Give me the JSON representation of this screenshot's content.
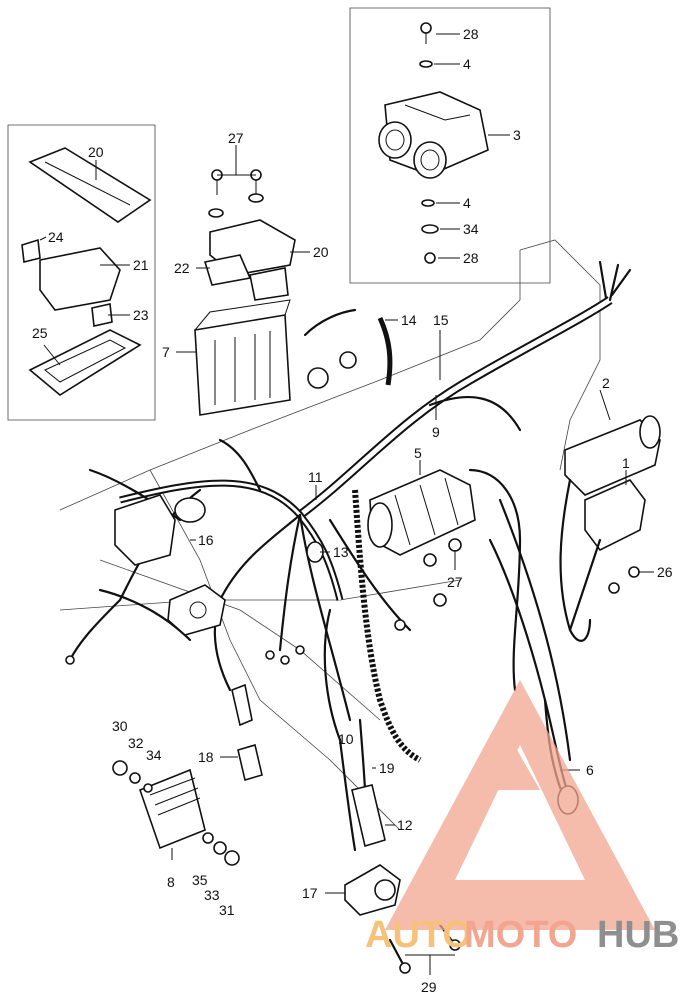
{
  "diagram": {
    "labels": [
      {
        "id": "l28a",
        "text": "28"
      },
      {
        "id": "l4a",
        "text": "4"
      },
      {
        "id": "l3",
        "text": "3"
      },
      {
        "id": "l4b",
        "text": "4"
      },
      {
        "id": "l34a",
        "text": "34"
      },
      {
        "id": "l28b",
        "text": "28"
      },
      {
        "id": "l20a",
        "text": "20"
      },
      {
        "id": "l24",
        "text": "24"
      },
      {
        "id": "l21",
        "text": "21"
      },
      {
        "id": "l23",
        "text": "23"
      },
      {
        "id": "l25",
        "text": "25"
      },
      {
        "id": "l27a",
        "text": "27"
      },
      {
        "id": "l20b",
        "text": "20"
      },
      {
        "id": "l22",
        "text": "22"
      },
      {
        "id": "l7",
        "text": "7"
      },
      {
        "id": "l14",
        "text": "14"
      },
      {
        "id": "l15",
        "text": "15"
      },
      {
        "id": "l2",
        "text": "2"
      },
      {
        "id": "l9",
        "text": "9"
      },
      {
        "id": "l5",
        "text": "5"
      },
      {
        "id": "l1",
        "text": "1"
      },
      {
        "id": "l11",
        "text": "11"
      },
      {
        "id": "l16",
        "text": "16"
      },
      {
        "id": "l13",
        "text": "13"
      },
      {
        "id": "l27b",
        "text": "27"
      },
      {
        "id": "l26",
        "text": "26"
      },
      {
        "id": "l30",
        "text": "30"
      },
      {
        "id": "l32",
        "text": "32"
      },
      {
        "id": "l34b",
        "text": "34"
      },
      {
        "id": "l18",
        "text": "18"
      },
      {
        "id": "l10",
        "text": "10"
      },
      {
        "id": "l19",
        "text": "19"
      },
      {
        "id": "l12",
        "text": "12"
      },
      {
        "id": "l6",
        "text": "6"
      },
      {
        "id": "l8",
        "text": "8"
      },
      {
        "id": "l35",
        "text": "35"
      },
      {
        "id": "l33",
        "text": "33"
      },
      {
        "id": "l31",
        "text": "31"
      },
      {
        "id": "l17",
        "text": "17"
      },
      {
        "id": "l29",
        "text": "29"
      }
    ]
  },
  "watermark": {
    "part1": "AUTO",
    "part2": "MOTO",
    "part3": "HUB",
    "color_primary": "#f2a58f",
    "color_secondary": "#f6c27a",
    "color_dark": "#9a9a9a"
  }
}
